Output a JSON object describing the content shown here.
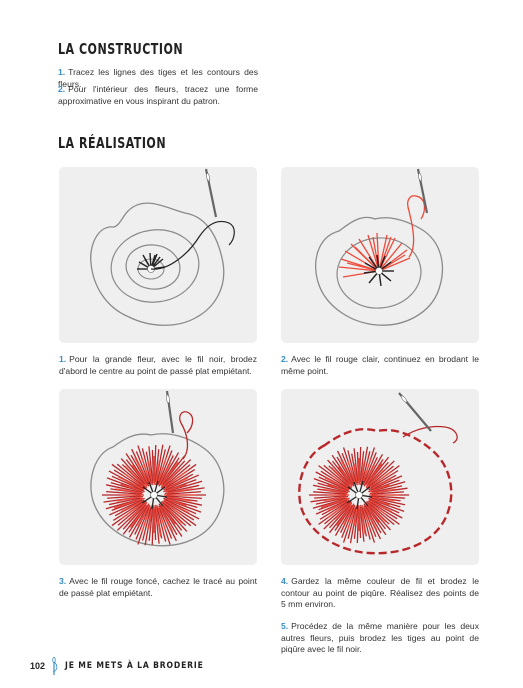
{
  "construction": {
    "heading": "LA CONSTRUCTION",
    "steps": [
      {
        "num": "1.",
        "text": "Tracez les lignes des tiges et les contours des fleurs."
      },
      {
        "num": "2.",
        "text": "Pour l'intérieur des fleurs, tracez une forme approximative en vous inspirant du patron."
      }
    ]
  },
  "realisation": {
    "heading": "LA RÉALISATION",
    "steps": [
      {
        "num": "1.",
        "text": "Pour la grande fleur, avec le fil noir, brodez d'abord le centre au point de passé plat empiétant."
      },
      {
        "num": "2.",
        "text": "Avec le fil rouge clair, continuez en brodant le même point."
      },
      {
        "num": "3.",
        "text": "Avec le fil rouge foncé, cachez le tracé au point de passé plat empiétant."
      },
      {
        "num": "4.",
        "text": "Gardez la même couleur de fil et brodez le contour au point de piqûre. Réalisez des points de 5 mm environ."
      },
      {
        "num": "5.",
        "text": "Procédez de la même manière pour les deux autres fleurs, puis brodez les tiges au point de piqûre avec le fil noir."
      }
    ]
  },
  "footer": {
    "page_number": "102",
    "title": "JE ME METS À LA BRODERIE"
  },
  "colors": {
    "accent": "#3a8ec9",
    "light_red": "#ee4a3a",
    "dark_red": "#b8282a",
    "panel_bg": "#efefef"
  }
}
